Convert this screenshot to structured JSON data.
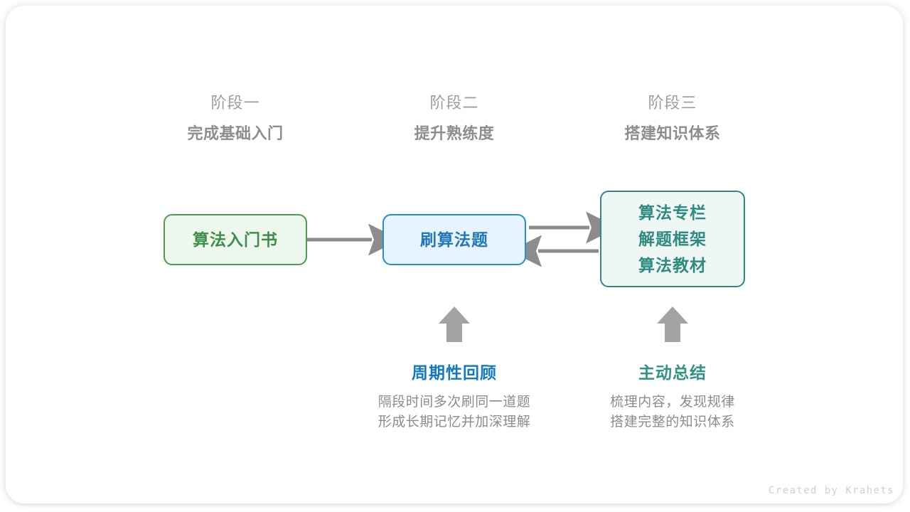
{
  "stages": [
    {
      "subtitle": "阶段一",
      "title": "完成基础入门"
    },
    {
      "subtitle": "阶段二",
      "title": "提升熟练度"
    },
    {
      "subtitle": "阶段三",
      "title": "搭建知识体系"
    }
  ],
  "nodes": {
    "green": {
      "label": "算法入门书",
      "color": "#3f8d4a",
      "fill": "#eef7ee",
      "border": "#4c9b52"
    },
    "blue": {
      "label": "刷算法题",
      "color": "#2277bb",
      "fill": "#e8f4fd",
      "border": "#1f8fd6"
    },
    "teal": {
      "lines": [
        "算法专栏",
        "解题框架",
        "算法教材"
      ],
      "color": "#2f8a80",
      "fill": "#eef7f4",
      "border": "#2f8a80"
    }
  },
  "captions": [
    {
      "title": "周期性回顾",
      "title_color": "#1379c4",
      "body_line1": "隔段时间多次刷同一道题",
      "body_line2": "形成长期记忆并加深理解"
    },
    {
      "title": "主动总结",
      "title_color": "#2f9481",
      "body_line1": "梳理内容，发现规律",
      "body_line2": "搭建完整的知识体系"
    }
  ],
  "arrows": {
    "color": "#8c8c8c",
    "green_to_blue": "arrow-right",
    "blue_to_teal": "arrow-right",
    "teal_to_blue": "arrow-left",
    "up_arrow_review": "arrow-up",
    "up_arrow_summary": "arrow-up"
  },
  "credit": "Created by Krahets"
}
